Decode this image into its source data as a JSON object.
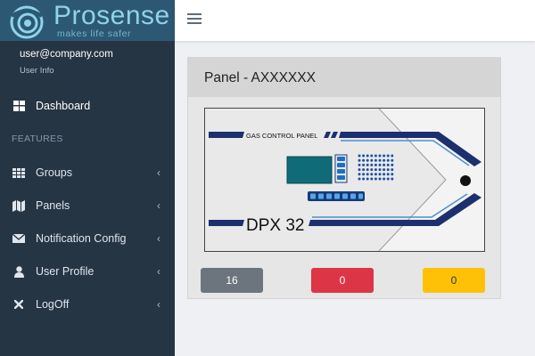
{
  "brand": {
    "name": "Prosense",
    "tagline": "makes life safer",
    "logo_color": "#8fd3ea"
  },
  "user": {
    "email": "user@company.com",
    "info_label": "User Info"
  },
  "sidebar": {
    "background": "#263544",
    "section_label": "FEATURES",
    "items": [
      {
        "label": "Dashboard",
        "icon": "dashboard-icon",
        "has_submenu": false,
        "active": true
      },
      {
        "label": "Groups",
        "icon": "grid-icon",
        "has_submenu": true
      },
      {
        "label": "Panels",
        "icon": "map-icon",
        "has_submenu": true
      },
      {
        "label": "Notification Config",
        "icon": "envelope-icon",
        "has_submenu": true
      },
      {
        "label": "User Profile",
        "icon": "user-icon",
        "has_submenu": true
      },
      {
        "label": "LogOff",
        "icon": "close-icon",
        "has_submenu": true
      }
    ]
  },
  "topbar": {
    "menu_icon": "hamburger-icon"
  },
  "panel": {
    "title": "Panel - AXXXXXX",
    "device": {
      "header_text": "GAS CONTROL PANEL",
      "model_text": "DPX 32"
    },
    "counts": [
      {
        "value": "16",
        "color": "#6c757d"
      },
      {
        "value": "0",
        "color": "#dc3545"
      },
      {
        "value": "0",
        "color": "#ffc107"
      }
    ]
  }
}
